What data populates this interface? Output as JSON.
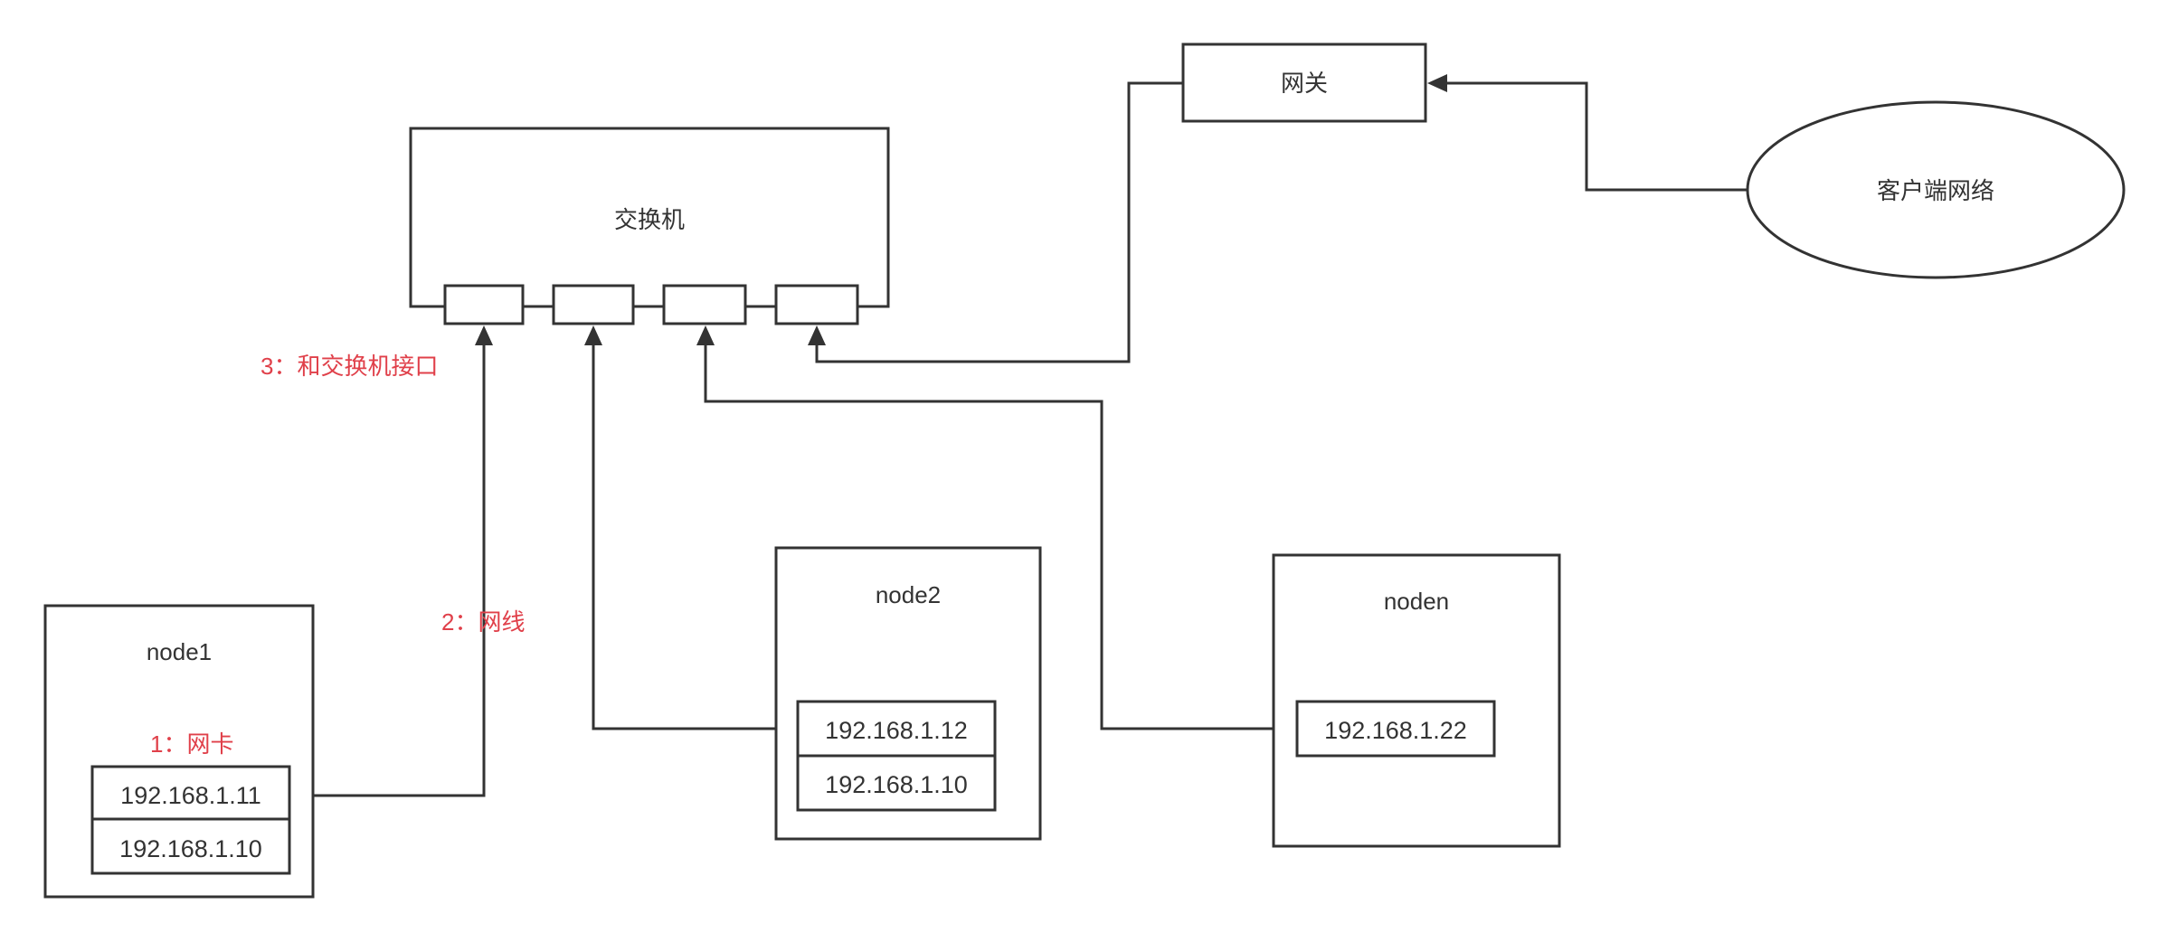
{
  "switch": {
    "label": "交换机"
  },
  "gateway": {
    "label": "网关"
  },
  "client_network": {
    "label": "客户端网络"
  },
  "nodes": [
    {
      "label": "node1",
      "ips": [
        "192.168.1.11",
        "192.168.1.10"
      ]
    },
    {
      "label": "node2",
      "ips": [
        "192.168.1.12",
        "192.168.1.10"
      ]
    },
    {
      "label": "noden",
      "ips": [
        "192.168.1.22"
      ]
    }
  ],
  "annotations": {
    "nic": "1：网卡",
    "cable": "2：网线",
    "switch_port": "3：和交换机接口"
  },
  "colors": {
    "stroke": "#333333",
    "annotation": "#e0404a",
    "background": "#ffffff"
  }
}
